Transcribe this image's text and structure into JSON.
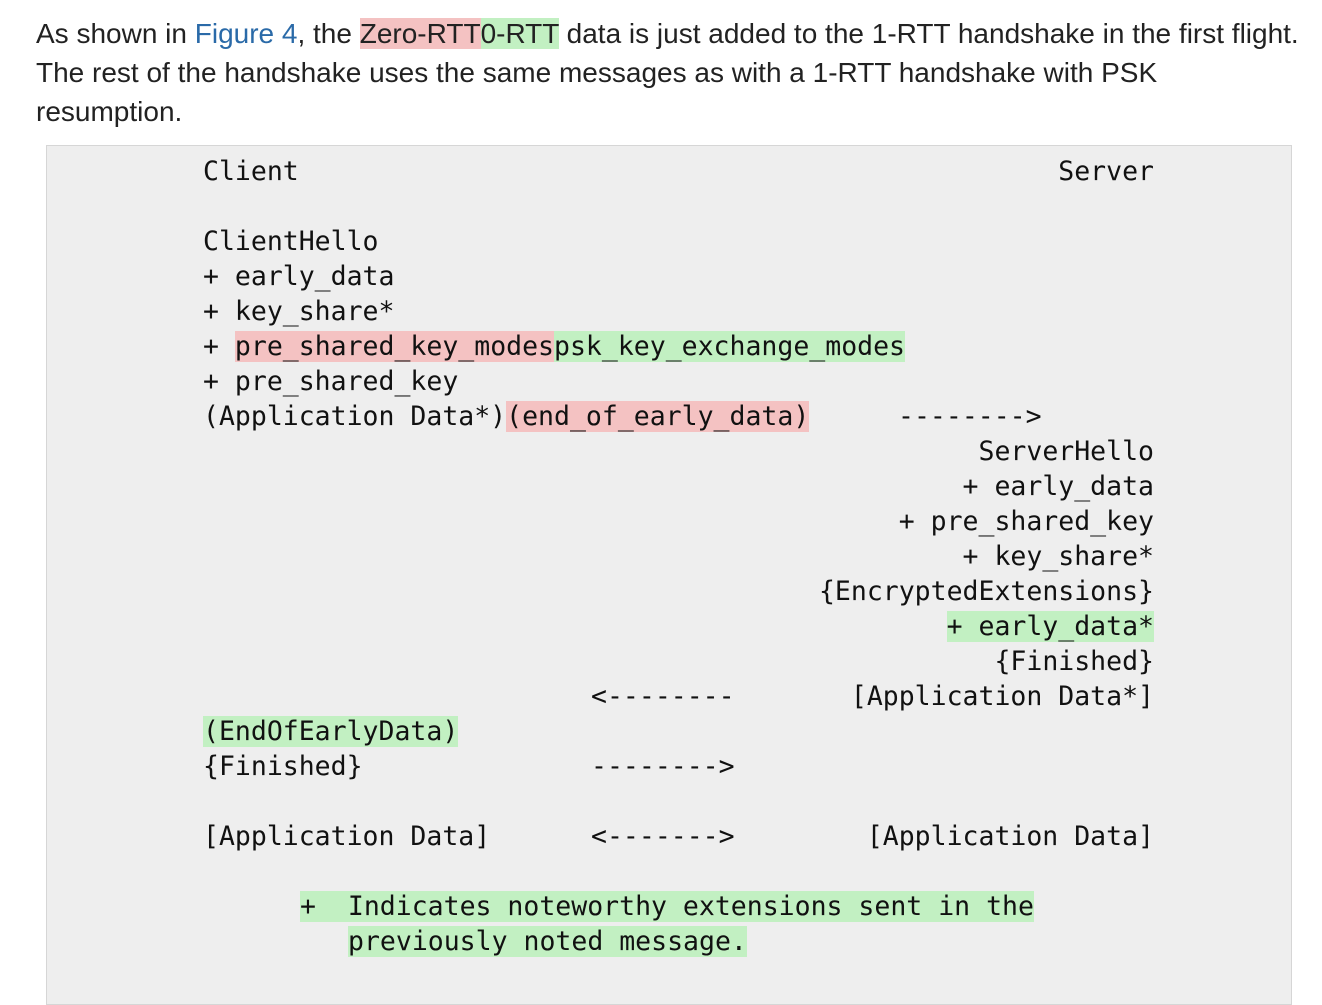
{
  "paragraph": {
    "text_before_link": "As shown in ",
    "link_text": "Figure 4",
    "text_after_link": ", the ",
    "deleted_term": "Zero-RTT",
    "inserted_term": "0-RTT",
    "text_rest": " data is just added to the 1-RTT handshake in the first flight. The rest of the handshake uses the same messages as with a 1-RTT handshake with PSK resumption."
  },
  "diagram": {
    "client_header": "Client",
    "server_header": "Server",
    "client_hello": "ClientHello",
    "ch_early_data": "+ early_data",
    "ch_key_share": "+ key_share*",
    "ch_psk_modes_prefix": "+ ",
    "ch_psk_modes_deleted": "pre_shared_key_modes",
    "ch_psk_modes_inserted": "psk_key_exchange_modes",
    "ch_pre_shared_key": "+ pre_shared_key",
    "ch_app_data": "(Application Data*)",
    "ch_app_data_deleted": "(end_of_early_data)",
    "arrow_right_1": "-------->",
    "server_hello": "ServerHello",
    "sh_early_data_deleted": "+ early_data",
    "sh_pre_shared_key": "+ pre_shared_key",
    "sh_key_share": "+ key_share*",
    "encrypted_extensions": "{EncryptedExtensions}",
    "ee_early_data_inserted": "+ early_data*",
    "server_finished": "{Finished}",
    "arrow_left_1": "<--------",
    "server_app_data_star": "[Application Data*]",
    "end_of_early_data_inserted": "(EndOfEarlyData)",
    "client_finished": "{Finished}",
    "arrow_right_2": "-------->",
    "client_app_data": "[Application Data]",
    "arrow_both": "<------->",
    "server_app_data": "[Application Data]",
    "note_plus": "+",
    "note_line1": "Indicates noteworthy extensions sent in the",
    "note_line2": "previously noted message."
  }
}
